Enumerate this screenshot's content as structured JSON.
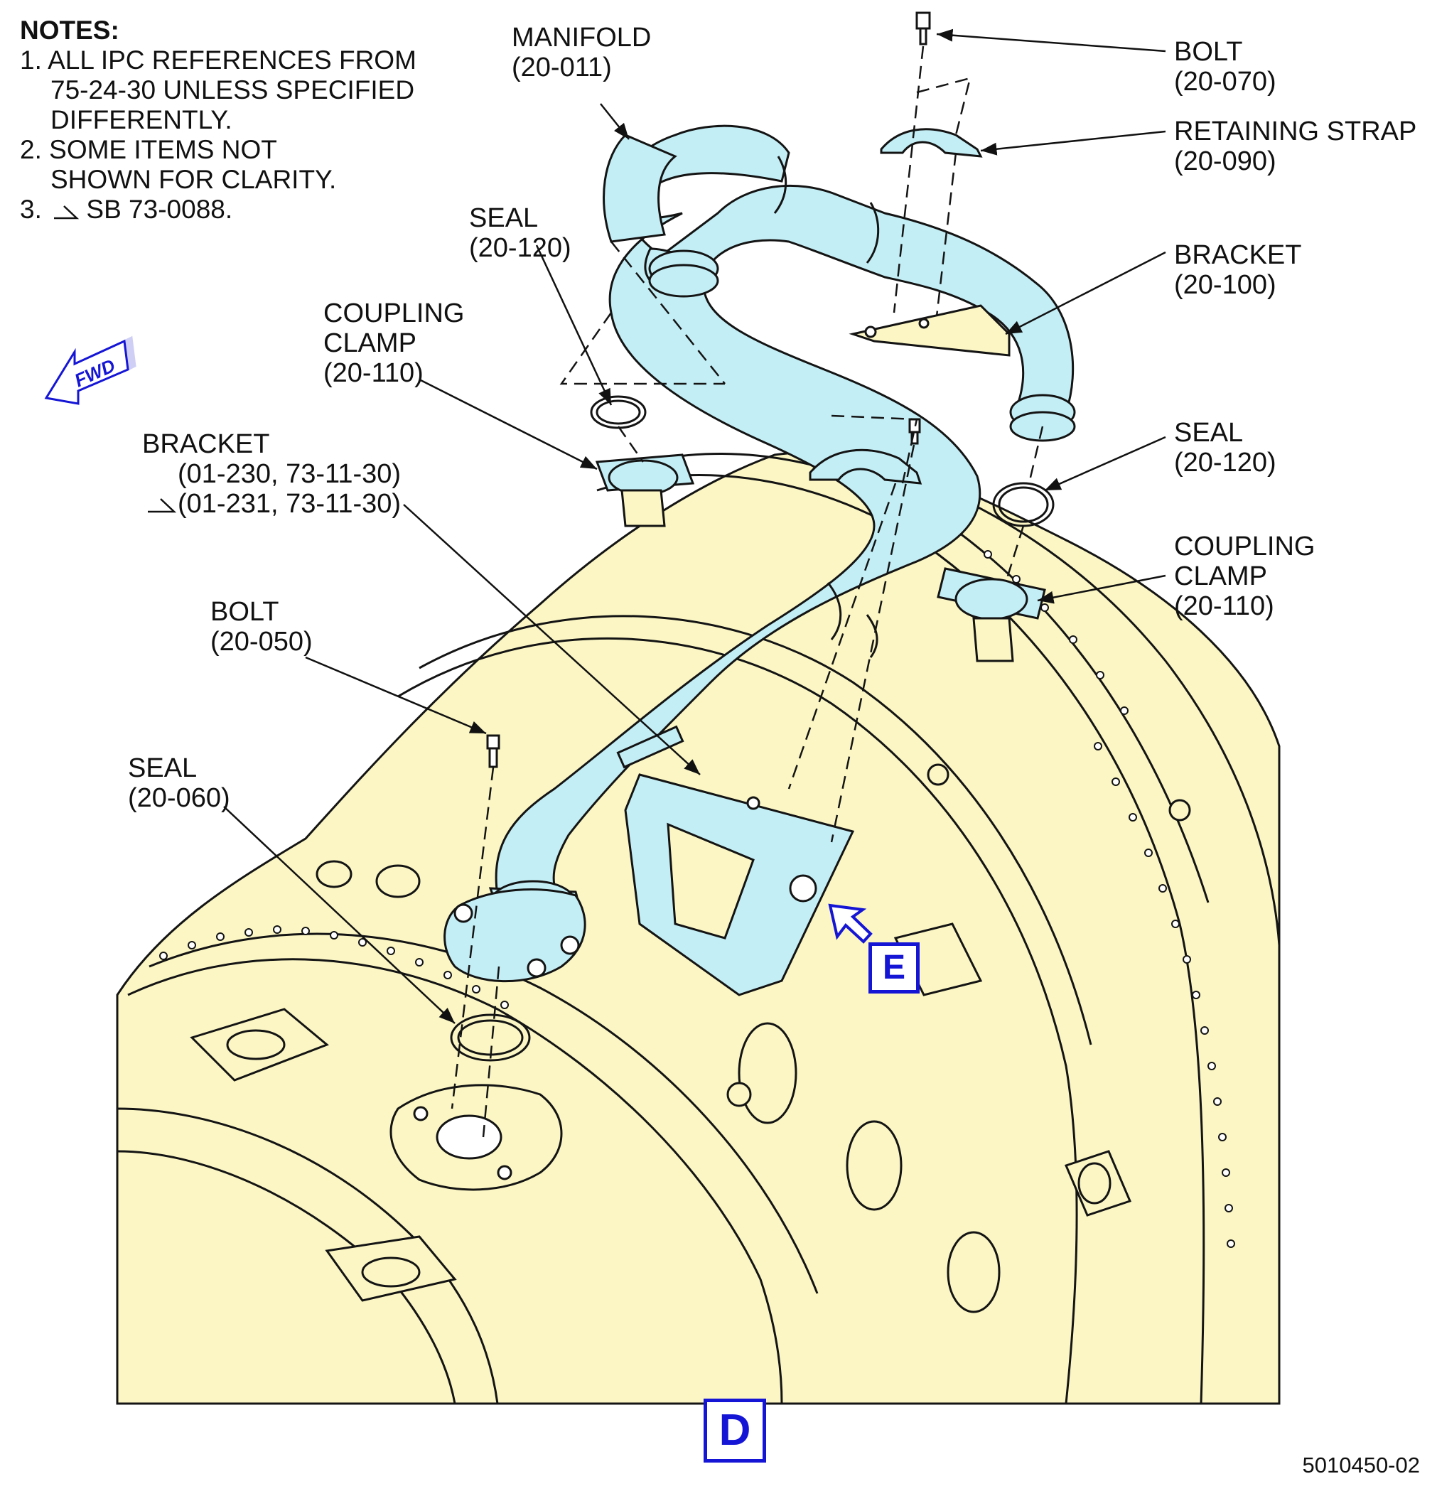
{
  "notes": {
    "title": "NOTES:",
    "items": [
      {
        "num": "1.",
        "lines": [
          "ALL IPC REFERENCES FROM",
          "75-24-30 UNLESS SPECIFIED",
          "DIFFERENTLY."
        ]
      },
      {
        "num": "2.",
        "lines": [
          "SOME ITEMS NOT",
          "SHOWN FOR CLARITY."
        ]
      },
      {
        "num": "3.",
        "lines": [
          "SB 73-0088."
        ]
      }
    ]
  },
  "fwd_label": "FWD",
  "callouts": {
    "manifold": [
      "MANIFOLD",
      "(20-011)"
    ],
    "bolt_top": [
      "BOLT",
      "(20-070)"
    ],
    "retaining_strap": [
      "RETAINING STRAP",
      "(20-090)"
    ],
    "bracket_right": [
      "BRACKET",
      "(20-100)"
    ],
    "seal_top": [
      "SEAL",
      "(20-120)"
    ],
    "coupling_clamp_left": [
      "COUPLING",
      "CLAMP",
      "(20-110)"
    ],
    "seal_right": [
      "SEAL",
      "(20-120)"
    ],
    "bracket_left": [
      "BRACKET",
      "(01-230, 73-11-30)",
      "(01-231, 73-11-30)"
    ],
    "coupling_clamp_right": [
      "COUPLING",
      "CLAMP",
      "(20-110)"
    ],
    "bolt_left": [
      "BOLT",
      "(20-050)"
    ],
    "seal_left": [
      "SEAL",
      "(20-060)"
    ]
  },
  "view_labels": {
    "e": "E",
    "d": "D"
  },
  "figure_number": "5010450-02",
  "colors": {
    "engine_case": "#fbf6c4",
    "manifold": "#c3eef5",
    "outline": "#141414",
    "view_label": "#1515d6"
  }
}
